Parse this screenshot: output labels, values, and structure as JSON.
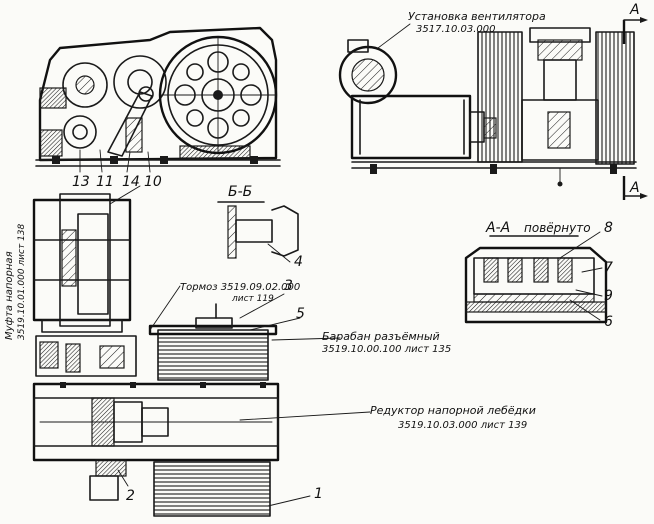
{
  "labels": {
    "fan_title": "Установка вентилятора",
    "fan_ref": "3517.10.03.000",
    "section_aa_corner": "А",
    "section_aa_corner_bottom": "А",
    "section_bb": "Б-Б",
    "section_aa_title": "А-А",
    "section_aa_note": "повёрнуто",
    "coupling_title": "Муфта напорная",
    "coupling_ref": "3519.10.01.000 лист 138",
    "brake_title": "Тормоз 3519.09.02.000",
    "brake_ref": "лист 119",
    "drum_title": "Барабан разъёмный",
    "drum_ref": "3519.10.00.100 лист 135",
    "reducer_title": "Редуктор напорной лебёдки",
    "reducer_ref": "3519.10.03.000 лист 139"
  },
  "callouts": [
    "13",
    "11",
    "14",
    "10",
    "4",
    "3",
    "5",
    "8",
    "7",
    "9",
    "6",
    "2",
    "1"
  ]
}
